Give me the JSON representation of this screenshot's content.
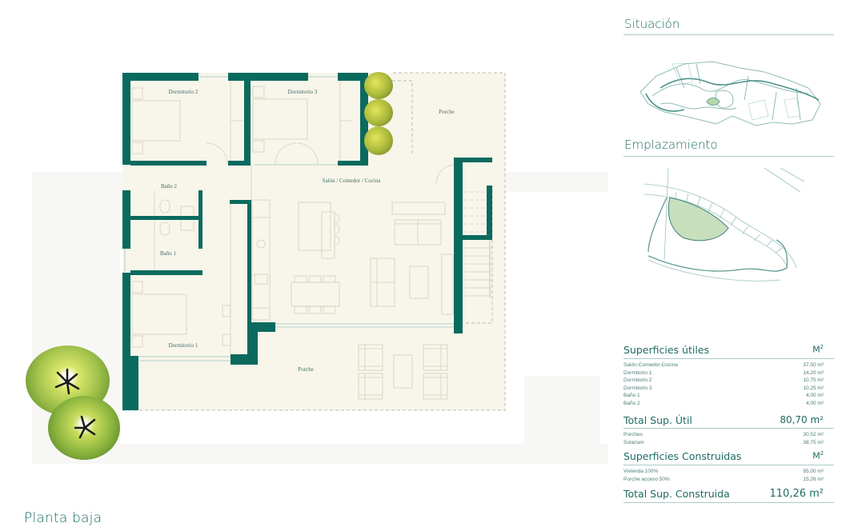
{
  "plan": {
    "title": "Planta baja",
    "rooms": {
      "dormitorio_2": "Dormitorio 2",
      "dormitorio_3": "Dormitorio 3",
      "porche_top": "Porche",
      "salon": "Salón / Comedor / Cocina",
      "bano_2": "Baño 2",
      "bano_1": "Baño 1",
      "dormitorio_1": "Dormitorio 1",
      "porche_bottom": "Porche"
    },
    "colors": {
      "wall": "#0b6a5e",
      "floor": "#f8f5ea",
      "line": "#cfcbbb",
      "dash": "#b9bcb8"
    }
  },
  "situacion": {
    "title": "Situación"
  },
  "emplazamiento": {
    "title": "Emplazamiento",
    "highlight_color": "#c7dfbd"
  },
  "superficies_utiles": {
    "title": "Superficies útiles",
    "unit": "M",
    "unit_sup": "2",
    "rows": [
      {
        "label": "Salón-Comedor-Cocina",
        "value": "37,50 m²"
      },
      {
        "label": "Dormitorio 1",
        "value": "14,20 m²"
      },
      {
        "label": "Dormitorio 2",
        "value": "10,75 m²"
      },
      {
        "label": "Dormitorio 3",
        "value": "10,25 m²"
      },
      {
        "label": "Baño 1",
        "value": "4,00 m²"
      },
      {
        "label": "Baño 2",
        "value": "4,00 m²"
      }
    ],
    "total_label": "Total Sup. Útil",
    "total_value": "80,70 m²"
  },
  "exteriores": {
    "rows": [
      {
        "label": "Porches",
        "value": "30,52 m²"
      },
      {
        "label": "Solarium",
        "value": "38,75 m²"
      }
    ]
  },
  "superficies_construidas": {
    "title": "Superficies Construidas",
    "unit": "M",
    "unit_sup": "2",
    "rows": [
      {
        "label": "Vivienda 100%",
        "value": "95,00 m²"
      },
      {
        "label": "Porche acceso 50%",
        "value": "15,26 m²"
      }
    ],
    "total_label": "Total Sup. Construida",
    "total_value": "110,26 m²"
  }
}
